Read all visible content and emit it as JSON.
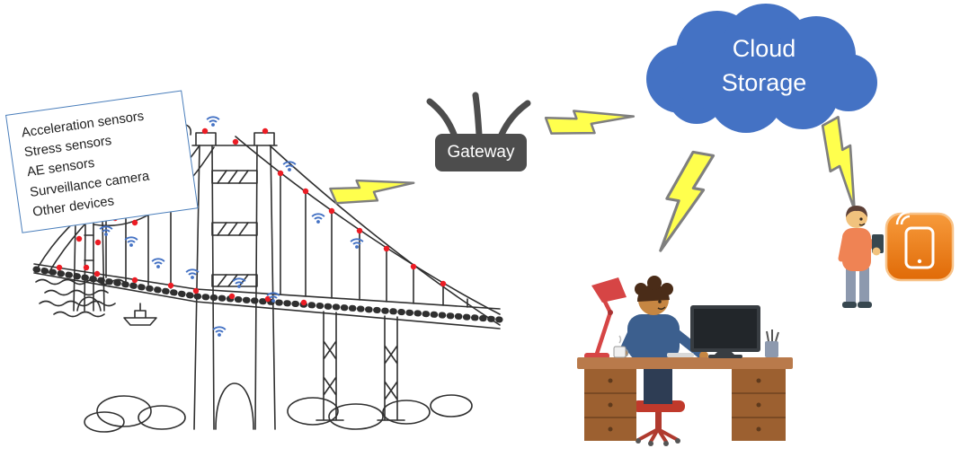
{
  "diagram": {
    "sensor_box": {
      "items": [
        "Acceleration sensors",
        "Stress sensors",
        "AE sensors",
        "Surveillance camera",
        "Other devices"
      ]
    },
    "gateway": {
      "label": "Gateway"
    },
    "cloud": {
      "line1": "Cloud",
      "line2": "Storage"
    }
  },
  "icons": {
    "wifi": "wifi-signal-icon",
    "bolt": "lightning-bolt-icon",
    "router": "router-gateway-icon",
    "cloud": "cloud-storage-icon",
    "app": "smartphone-app-icon"
  },
  "colors": {
    "cloud_blue": "#4472c4",
    "gateway_gray": "#4d4d4d",
    "sensor_dot": "#ec1c24",
    "wifi": "#4472c4",
    "bolt_fill": "#ffff4d",
    "bolt_stroke": "#7f7f7f",
    "sensor_box_border": "#4a7ebb",
    "app_icon_orange": "#ed7d14"
  }
}
